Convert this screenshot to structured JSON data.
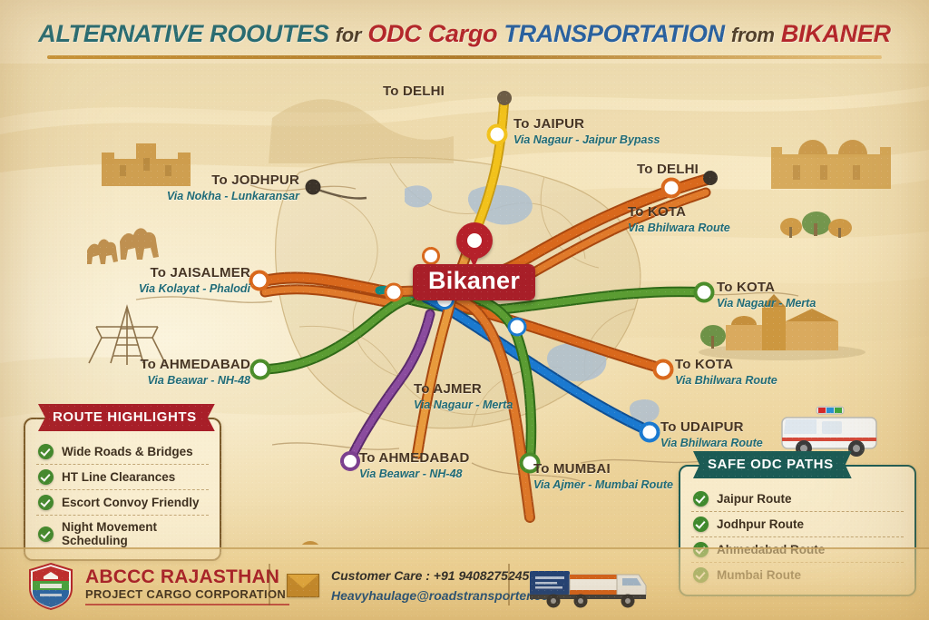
{
  "header": {
    "title_parts": [
      {
        "text": "ALTERNATIVE ROOUTES",
        "style": "teal"
      },
      {
        "text": "for",
        "style": "dark"
      },
      {
        "text": "ODC Cargo",
        "style": "red"
      },
      {
        "text": "TRANSPORTATION",
        "style": "blue"
      },
      {
        "text": "from",
        "style": "dark"
      },
      {
        "text": "BIKANER",
        "style": "red"
      }
    ]
  },
  "map": {
    "center_city": "Bikaner",
    "routes": [
      {
        "id": "delhi-north",
        "to": "To DELHI",
        "via": "",
        "color": "#8a7c66",
        "node": "dot"
      },
      {
        "id": "jaipur",
        "to": "To JAIPUR",
        "via": "Via Nagaur - Jaipur Bypass",
        "color": "#f2c21b",
        "node": "ring"
      },
      {
        "id": "jodhpur",
        "to": "To JODHPUR",
        "via": "Via Nokha - Lunkaransar",
        "color": "#4a3b2a",
        "node": "dot"
      },
      {
        "id": "delhi-east",
        "to": "To DELHI",
        "via": "",
        "color": "#3b332a",
        "node": "dot"
      },
      {
        "id": "kota-bhilwara-north",
        "to": "To KOTA",
        "via": "Via Bhilwara Route",
        "color": "#d4601a",
        "node": "ring"
      },
      {
        "id": "jaisalmer",
        "to": "To  JAISALMER",
        "via": "Via Kolayat - Phalodi",
        "color": "#d4601a",
        "node": "ring"
      },
      {
        "id": "kota-nagaur",
        "to": "To KOTA",
        "via": "Via Nagaur - Merta",
        "color": "#4a8c2a",
        "node": "ring"
      },
      {
        "id": "kota-bhilwara-east",
        "to": "To KOTA",
        "via": "Via Bhilwara Route",
        "color": "#d4601a",
        "node": "ring"
      },
      {
        "id": "ahmedabad-nh48-west",
        "to": "To AHMEDABAD",
        "via": "Via Beawar - NH-48",
        "color": "#4a8c2a",
        "node": "ring"
      },
      {
        "id": "udaipur",
        "to": "To UDAIPUR",
        "via": "Via Bhilwara Route",
        "color": "#1a6fc4",
        "node": "ring"
      },
      {
        "id": "ajmer",
        "to": "To AJMER",
        "via": "Via Nagaur - Merta",
        "color": "#7a3f8f",
        "node": "ring"
      },
      {
        "id": "ahmedabad-nh48-south",
        "to": "To  AHMEDABAD",
        "via": "Via Beawar - NH-48",
        "color": "#7a3f8f",
        "node": "ring"
      },
      {
        "id": "mumbai",
        "to": "To MUMBAI",
        "via": "Via Ajmer - Mumbai Route",
        "color": "#4a8c2a",
        "node": "ring"
      }
    ]
  },
  "highlights": {
    "title": "ROUTE HIGHLIGHTS",
    "items": [
      "Wide Roads & Bridges",
      "HT Line Clearances",
      "Escort Convoy Friendly",
      "Night Movement Scheduling"
    ]
  },
  "safe_paths": {
    "title": "SAFE ODC PATHS",
    "items": [
      "Jaipur Route",
      "Jodhpur Route",
      "Ahmedabad Route",
      "Mumbai Route"
    ]
  },
  "footer": {
    "brand_line1": "ABCCC RAJASTHAN",
    "brand_line2": "PROJECT CARGO CORPORATION",
    "contact_phone": "Customer Care : +91 9408275245",
    "contact_email": "Heavyhaulage@roadstransporter.com"
  },
  "colors": {
    "teal": "#1f6b77",
    "red": "#b5202a",
    "blue": "#1f5fa8",
    "green": "#4a8c2a",
    "orange": "#d4601a",
    "yellow": "#f2c21b",
    "purple": "#7a3f8f",
    "sand": "#f1dfb2"
  }
}
